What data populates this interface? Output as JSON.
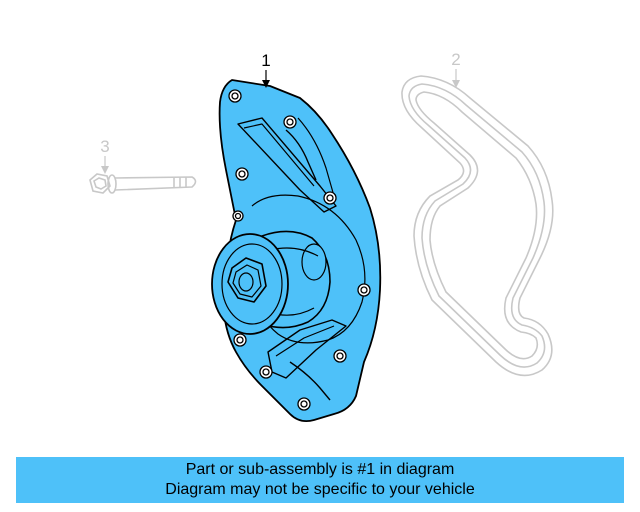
{
  "diagram": {
    "callouts": [
      {
        "number": "1",
        "part": "water-pump",
        "state": "highlighted"
      },
      {
        "number": "2",
        "part": "serpentine-belt",
        "state": "faded"
      },
      {
        "number": "3",
        "part": "bolt",
        "state": "faded"
      }
    ]
  },
  "caption": {
    "line1": "Part or sub-assembly is #1 in diagram",
    "line2": "Diagram may not be specific to your vehicle"
  },
  "colors": {
    "highlight": "#4ec1f9",
    "outline": "#000000",
    "faded": "#c8c8c8",
    "caption_bg": "#4ec1f9",
    "background": "#ffffff"
  }
}
